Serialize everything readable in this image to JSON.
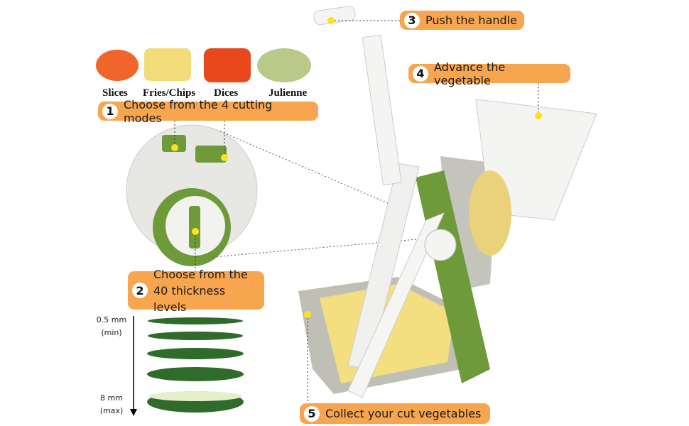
{
  "cutting_modes": [
    "Slices",
    "Fries/Chips",
    "Dices",
    "Julienne"
  ],
  "steps": [
    {
      "number": "1",
      "text": "Choose from the 4 cutting modes"
    },
    {
      "number": "2",
      "line1": "Choose from the",
      "line2": "40 thickness levels"
    },
    {
      "number": "3",
      "text": "Push the handle"
    },
    {
      "number": "4",
      "text": "Advance the vegetable"
    },
    {
      "number": "5",
      "text": "Collect your cut vegetables"
    }
  ],
  "thickness": {
    "min_value": "0.5 mm",
    "min_label": "(min)",
    "max_value": "8 mm",
    "max_label": "(max)"
  },
  "colors": {
    "label": "#f7a54f",
    "product_green": "#6e9a3a",
    "dot": "#ffe11a"
  }
}
